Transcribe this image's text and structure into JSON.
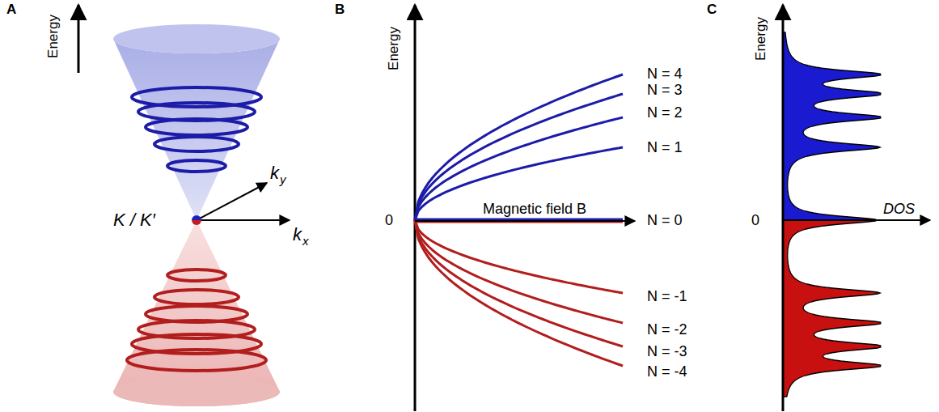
{
  "diagram": {
    "labels": [
      "A",
      "Energy",
      "K / K′",
      "k",
      "y",
      "k",
      "x",
      "B",
      "Energy",
      "0",
      "Magnetic field B",
      "N = 4",
      "N = 3",
      "N = 2",
      "N = 1",
      "N = 0",
      "N = -1",
      "N = -2",
      "N = -3",
      "N = -4",
      "C",
      "Energy",
      "0",
      "DOS"
    ]
  }
}
